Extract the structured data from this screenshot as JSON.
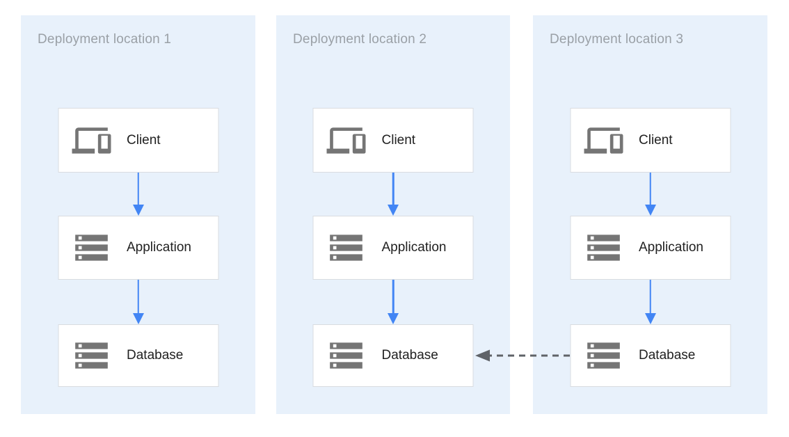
{
  "diagram": {
    "type": "deployment-architecture",
    "description": "Three deployment locations, each running a Client, Application and Database tier; database in location 3 replicates to database in location 2"
  },
  "panels": [
    {
      "title": "Deployment location 1",
      "nodes": [
        {
          "label": "Client",
          "icon": "devices-icon"
        },
        {
          "label": "Application",
          "icon": "server-stack-icon"
        },
        {
          "label": "Database",
          "icon": "server-stack-icon"
        }
      ]
    },
    {
      "title": "Deployment location 2",
      "nodes": [
        {
          "label": "Client",
          "icon": "devices-icon"
        },
        {
          "label": "Application",
          "icon": "server-stack-icon"
        },
        {
          "label": "Database",
          "icon": "server-stack-icon"
        }
      ]
    },
    {
      "title": "Deployment location 3",
      "nodes": [
        {
          "label": "Client",
          "icon": "devices-icon"
        },
        {
          "label": "Application",
          "icon": "server-stack-icon"
        },
        {
          "label": "Database",
          "icon": "server-stack-icon"
        }
      ]
    }
  ],
  "edges": {
    "within_each_panel": [
      {
        "from": "Client",
        "to": "Application",
        "style": "solid",
        "direction": "down",
        "color": "#4285F4"
      },
      {
        "from": "Application",
        "to": "Database",
        "style": "solid",
        "direction": "down",
        "color": "#4285F4"
      }
    ],
    "cross_panel": {
      "from": {
        "panel": "Deployment location 3",
        "node": "Database"
      },
      "to": {
        "panel": "Deployment location 2",
        "node": "Database"
      },
      "style": "dashed",
      "direction": "left",
      "color": "#5F6368"
    }
  },
  "colors": {
    "panel_background": "#E8F1FB",
    "box_background": "#FFFFFF",
    "box_border": "#D9DCE0",
    "icon_gray": "#757575",
    "title_gray": "#9AA0A6",
    "label_dark": "#212121",
    "solid_arrow_blue": "#4285F4",
    "dashed_arrow_gray": "#5F6368",
    "page_background": "#FFFFFF"
  }
}
